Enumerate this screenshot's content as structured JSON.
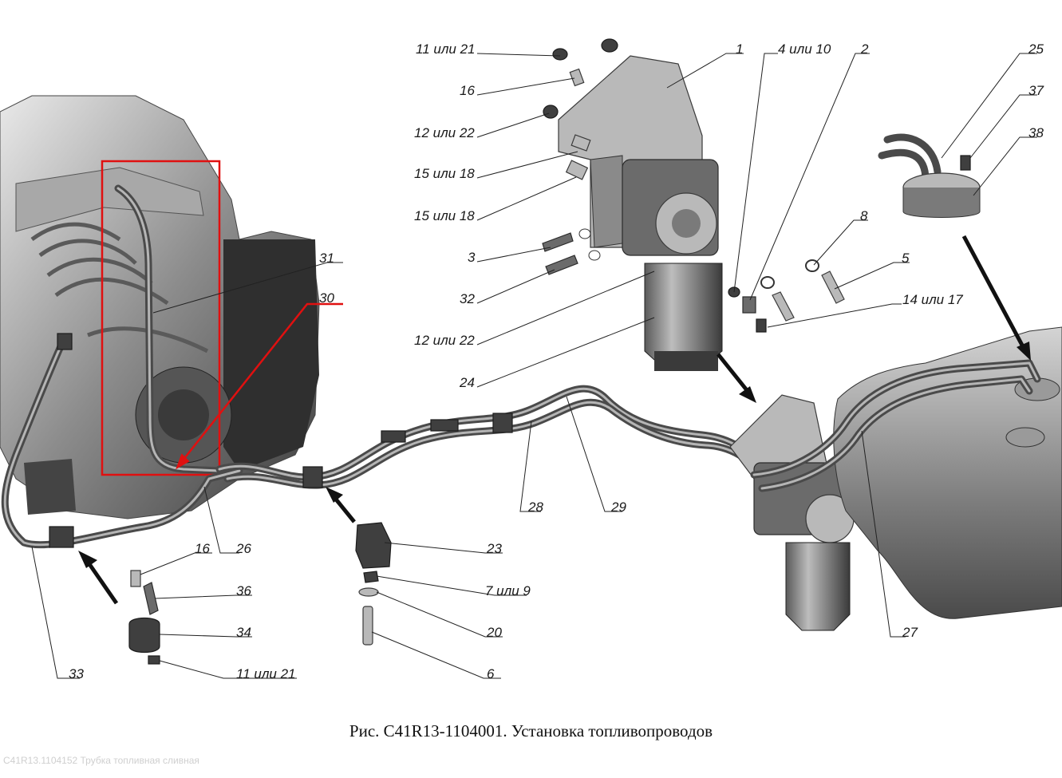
{
  "caption": "Рис. C41R13-1104001. Установка топливопроводов",
  "watermark": "C41R13.1104152 Трубка топливная сливная",
  "callouts": {
    "c1": "1",
    "c2": "2",
    "c3": "3",
    "c4": "4 или 10",
    "c5": "5",
    "c6": "6",
    "c7": "7 или 9",
    "c8": "8",
    "c11a": "11 или 21",
    "c11b": "11 или 21",
    "c12a": "12 или 22",
    "c12b": "12 или 22",
    "c14": "14 или 17",
    "c15a": "15 или 18",
    "c15b": "15 или 18",
    "c16a": "16",
    "c16b": "16",
    "c20": "20",
    "c23": "23",
    "c24": "24",
    "c25": "25",
    "c26": "26",
    "c27": "27",
    "c28": "28",
    "c29": "29",
    "c30": "30",
    "c31": "31",
    "c32": "32",
    "c33": "33",
    "c34": "34",
    "c36": "36",
    "c37": "37",
    "c38": "38"
  },
  "colors": {
    "highlight": "#e01010",
    "line": "#222222",
    "part": "#6b6b6b"
  },
  "icons": {
    "pointer_arrow": "black-arrow-icon",
    "highlight_arrow": "red-arrow-icon"
  }
}
